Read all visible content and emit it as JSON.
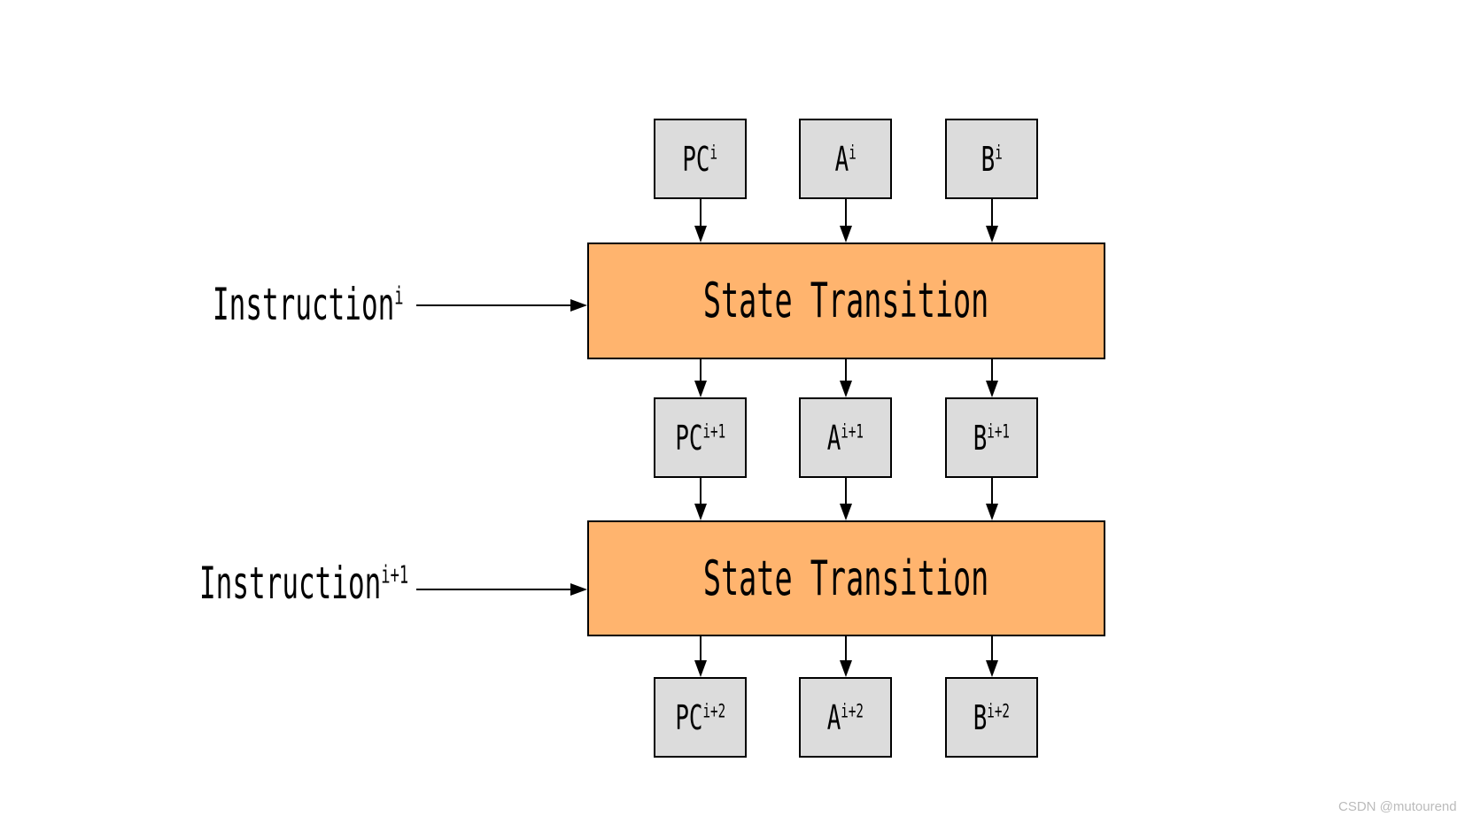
{
  "colors": {
    "background": "#ffffff",
    "register_fill": "#dcdcdc",
    "transition_fill": "#ffb46e",
    "stroke": "#000000",
    "watermark_text": "#bbbbbb"
  },
  "rows": {
    "top": [
      {
        "base": "PC",
        "sup": "i"
      },
      {
        "base": "A",
        "sup": "i"
      },
      {
        "base": "B",
        "sup": "i"
      }
    ],
    "mid": [
      {
        "base": "PC",
        "sup": "i+1"
      },
      {
        "base": "A",
        "sup": "i+1"
      },
      {
        "base": "B",
        "sup": "i+1"
      }
    ],
    "bottom": [
      {
        "base": "PC",
        "sup": "i+2"
      },
      {
        "base": "A",
        "sup": "i+2"
      },
      {
        "base": "B",
        "sup": "i+2"
      }
    ]
  },
  "transitions": [
    {
      "label": "State Transition"
    },
    {
      "label": "State Transition"
    }
  ],
  "instructions": [
    {
      "base": "Instruction",
      "sup": "i"
    },
    {
      "base": "Instruction",
      "sup": "i+1"
    }
  ],
  "watermark": "CSDN @mutourend"
}
